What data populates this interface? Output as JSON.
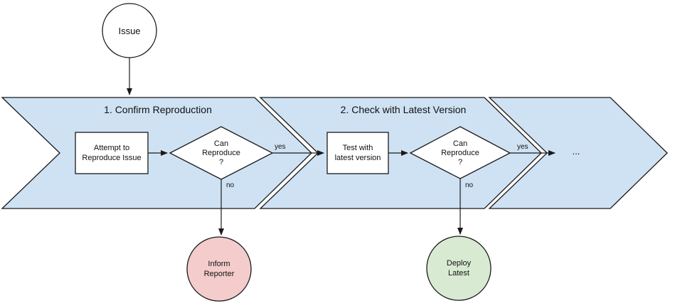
{
  "colors": {
    "band_fill": "#cfe2f3",
    "node_fill": "#ffffff",
    "reject_fill": "#f4cccc",
    "success_fill": "#d9ead3",
    "line": "#1a1a1a"
  },
  "start_node": {
    "label": "Issue"
  },
  "stages": [
    {
      "title": "1. Confirm Reproduction",
      "task": {
        "line1": "Attempt to",
        "line2": "Reproduce Issue"
      },
      "decision": {
        "line1": "Can",
        "line2": "Reproduce",
        "line3": "?"
      },
      "yes_label": "yes",
      "no_label": "no",
      "no_target": {
        "line1": "Inform",
        "line2": "Reporter"
      }
    },
    {
      "title": "2. Check with Latest Version",
      "task": {
        "line1": "Test with",
        "line2": "latest version"
      },
      "decision": {
        "line1": "Can",
        "line2": "Reproduce",
        "line3": "?"
      },
      "yes_label": "yes",
      "no_label": "no",
      "no_target": {
        "line1": "Deploy",
        "line2": "Latest"
      }
    }
  ],
  "continuation": {
    "label": "..."
  }
}
